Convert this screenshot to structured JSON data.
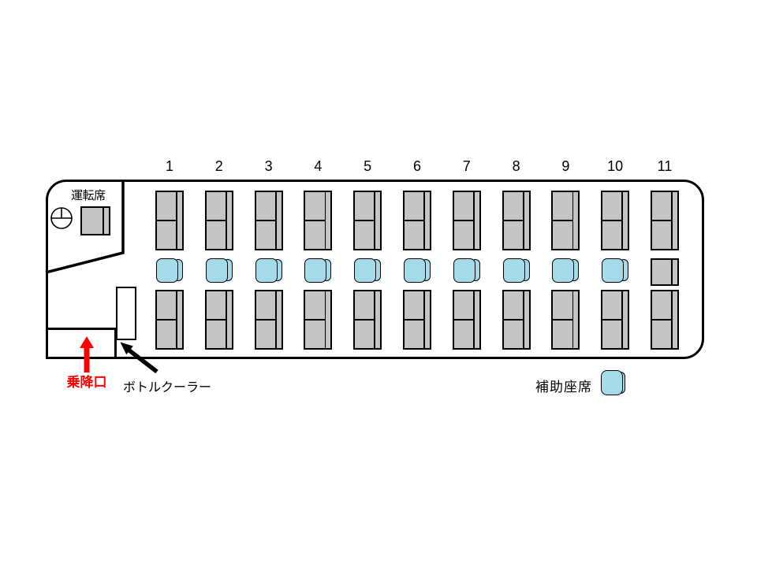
{
  "bus": {
    "driver_label": "運転席",
    "seat_columns": [
      {
        "number": "1",
        "middle": "aux"
      },
      {
        "number": "2",
        "middle": "aux"
      },
      {
        "number": "3",
        "middle": "aux"
      },
      {
        "number": "4",
        "middle": "aux"
      },
      {
        "number": "5",
        "middle": "aux"
      },
      {
        "number": "6",
        "middle": "aux"
      },
      {
        "number": "7",
        "middle": "aux"
      },
      {
        "number": "8",
        "middle": "aux"
      },
      {
        "number": "9",
        "middle": "aux"
      },
      {
        "number": "10",
        "middle": "aux"
      },
      {
        "number": "11",
        "middle": "seat"
      }
    ]
  },
  "labels": {
    "entrance": "乗降口",
    "bottle_cooler": "ボトルクーラー",
    "legend_aux_seat": "補助座席"
  },
  "icons": {
    "steering_wheel": "steering-wheel-icon",
    "entrance_arrow": "red-up-arrow-icon",
    "cooler_arrow": "black-diagonal-arrow-icon"
  },
  "colors": {
    "seat_fill": "#C4C4C4",
    "aux_seat_fill": "#A5DAE9",
    "entrance_accent": "#FF0000",
    "outline": "#000000"
  }
}
